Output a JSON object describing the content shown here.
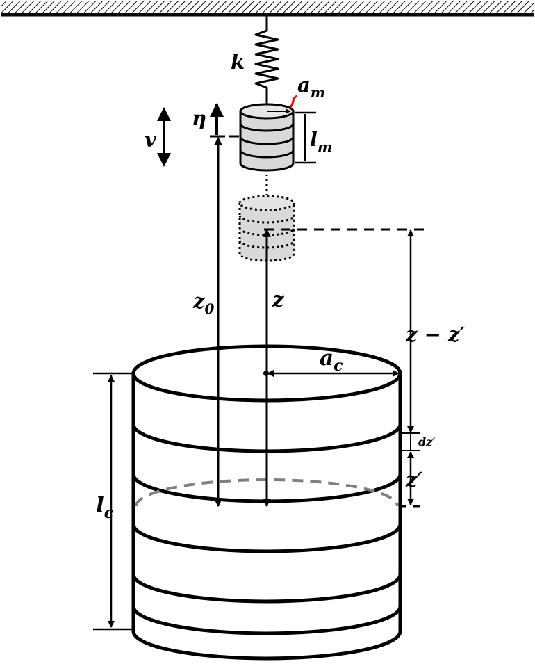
{
  "labels": {
    "spring_constant": "k",
    "magnet_radius": "a",
    "magnet_radius_sub": "m",
    "magnet_length": "l",
    "magnet_length_sub": "m",
    "displacement": "η",
    "velocity": "v",
    "equilibrium_position": "z",
    "equilibrium_position_sub": "0",
    "position": "z",
    "distance": "z − z′",
    "coil_radius": "a",
    "coil_radius_sub": "c",
    "element_thickness": "dz′",
    "element_position": "z′",
    "coil_length": "l",
    "coil_length_sub": "c"
  },
  "colors": {
    "stroke": "#000000",
    "magnet_fill": "#d9d9d9",
    "dashed_ring": "#808080",
    "radius_hook": "#e00000"
  }
}
